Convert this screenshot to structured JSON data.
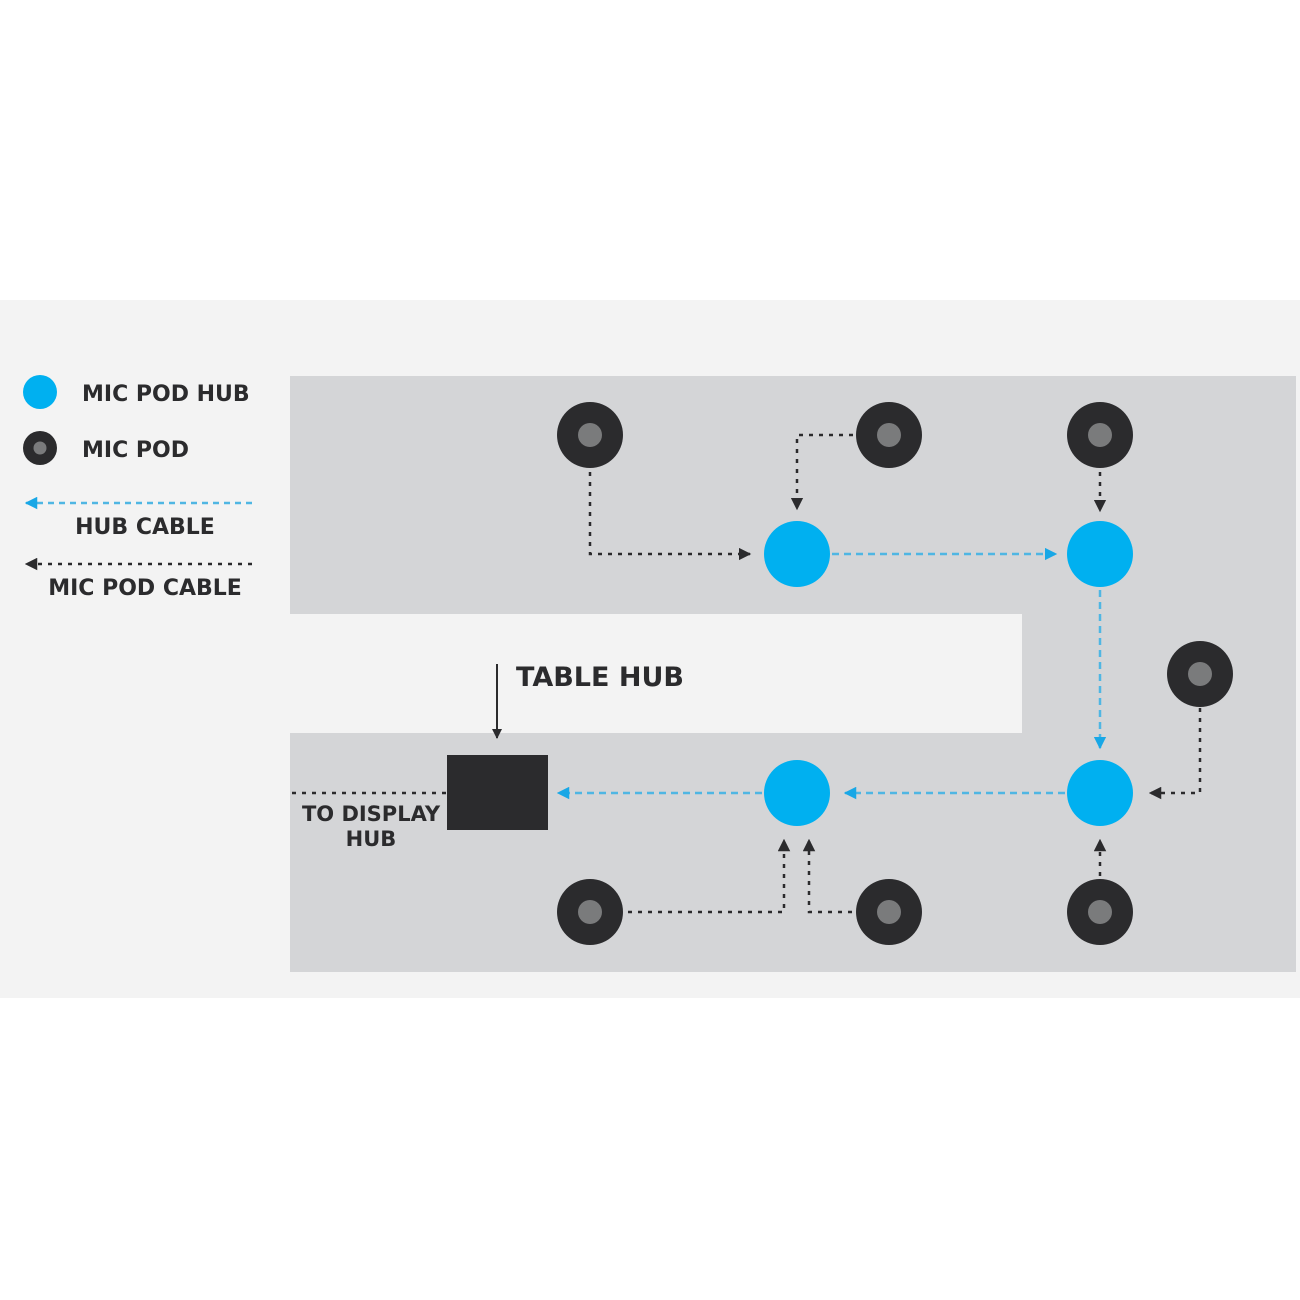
{
  "legend": {
    "items": [
      {
        "label": "MIC POD HUB",
        "icon": "mic-pod-hub-icon"
      },
      {
        "label": "MIC POD",
        "icon": "mic-pod-icon"
      },
      {
        "label": "HUB CABLE",
        "icon": "hub-cable-arrow-icon"
      },
      {
        "label": "MIC POD CABLE",
        "icon": "mic-pod-cable-arrow-icon"
      }
    ]
  },
  "labels": {
    "table_hub": "TABLE HUB",
    "to_display_hub_line1": "TO DISPLAY",
    "to_display_hub_line2": "HUB"
  },
  "nodes": {
    "hubs": [
      "hub-1",
      "hub-2",
      "hub-3",
      "hub-4"
    ],
    "pods": [
      "pod-1",
      "pod-2",
      "pod-3",
      "pod-4",
      "pod-5",
      "pod-6",
      "pod-7"
    ],
    "table_hub": "table-hub"
  },
  "connections": [
    {
      "from": "pod-1",
      "to": "hub-1",
      "type": "mic-pod-cable"
    },
    {
      "from": "pod-2",
      "to": "hub-1",
      "type": "mic-pod-cable"
    },
    {
      "from": "pod-3",
      "to": "hub-2",
      "type": "mic-pod-cable"
    },
    {
      "from": "hub-1",
      "to": "hub-2",
      "type": "hub-cable"
    },
    {
      "from": "hub-2",
      "to": "hub-3",
      "type": "hub-cable"
    },
    {
      "from": "pod-4",
      "to": "hub-3",
      "type": "mic-pod-cable"
    },
    {
      "from": "pod-7",
      "to": "hub-3",
      "type": "mic-pod-cable"
    },
    {
      "from": "hub-3",
      "to": "hub-4",
      "type": "hub-cable"
    },
    {
      "from": "pod-5",
      "to": "hub-4",
      "type": "mic-pod-cable"
    },
    {
      "from": "pod-6",
      "to": "hub-4",
      "type": "mic-pod-cable"
    },
    {
      "from": "hub-4",
      "to": "table-hub",
      "type": "hub-cable"
    },
    {
      "from": "table-hub",
      "to": "display-hub",
      "type": "mic-pod-cable"
    }
  ],
  "colors": {
    "hub": "#00b0f0",
    "pod_outer": "#2b2b2d",
    "pod_inner": "#7a7b7c",
    "table": "#d4d5d7",
    "panel": "#f3f3f3",
    "text": "#2b2b2d"
  }
}
